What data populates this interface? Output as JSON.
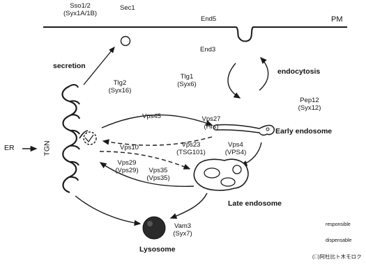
{
  "labels": {
    "sso_line1": "Sso1/2",
    "sso_line2": "(Syx1A/1B)",
    "sec1": "Sec1",
    "end5": "End5",
    "pm": "PM",
    "end3": "End3",
    "secretion": "secretion",
    "endocytosis": "endocytosis",
    "tlg2_line1": "Tlg2",
    "tlg2_line2": "(Syx16)",
    "tlg1_line1": "Tlg1",
    "tlg1_line2": "(Syx6)",
    "pep12_line1": "Pep12",
    "pep12_line2": "(Syx12)",
    "vps45": "Vps45",
    "vps27_line1": "Vps27",
    "vps27_line2": "(Hrs)",
    "early_endosome": "Early endosome",
    "er": "ER",
    "tgn": "TGN",
    "vps10": "Vps10",
    "vps23_line1": "Vps23",
    "vps23_line2": "(TSG101)",
    "vps4_line1": "Vps4",
    "vps4_line2": "(VPS4)",
    "vps29_line1": "Vps29",
    "vps29_line2": "(Vps29)",
    "vps35_line1": "Vps35",
    "vps35_line2": "(Vps35)",
    "late_endosome": "Late endosome",
    "vam3_line1": "Vam3",
    "vam3_line2": "(Syx7)",
    "lysosome": "Lysosome",
    "responsible": "responsible",
    "dispensable": "dispensable",
    "watermark": "(ﾟ)阿杜比ト木モロク"
  },
  "colors": {
    "line": "#1a1a1a",
    "lysosome_fill": "#2a2a2a"
  }
}
